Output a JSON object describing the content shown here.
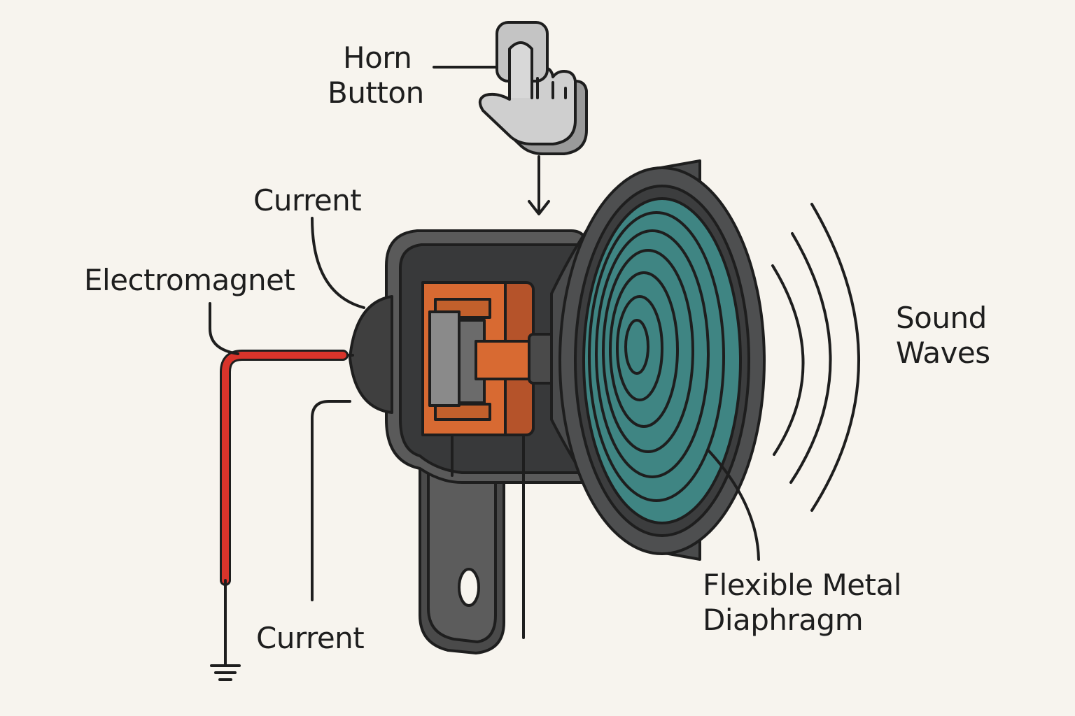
{
  "labels": {
    "horn_button": [
      "Horn",
      "Button"
    ],
    "current_top": "Current",
    "electromagnet": "Electromagnet",
    "current_bottom": "Current",
    "sound_waves": [
      "Sound",
      "Waves"
    ],
    "diaphragm": [
      "Flexible Metal",
      "Diaphragm"
    ]
  },
  "colors": {
    "background": "#f7f4ee",
    "outline": "#1e1e1e",
    "housing": "#5a5a5a",
    "housing_dark": "#3a3b3c",
    "coil": "#d86a32",
    "coil_dark": "#b5532a",
    "core": "#8a8a8a",
    "wire": "#d9342b",
    "diaphragm": "#3f8583",
    "button": "#c4c4c4"
  },
  "icons": {
    "horn_button": "pointing-hand-icon",
    "ground": "ground-symbol-icon"
  }
}
